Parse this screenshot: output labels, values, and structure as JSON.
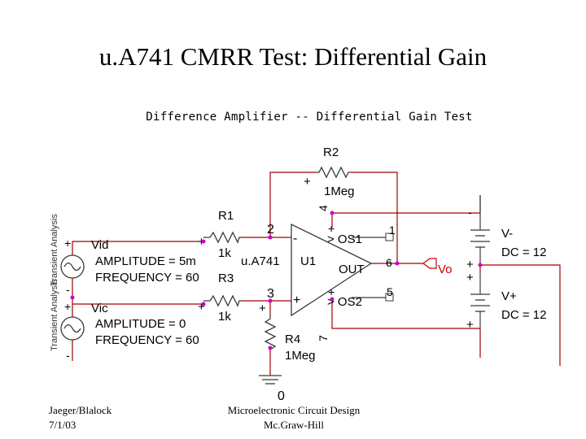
{
  "slide": {
    "title": "u.A741 CMRR Test:  Differential Gain",
    "subtitle": "Difference Amplifier -- Differential Gain Test"
  },
  "sources": {
    "vid": {
      "side_label": "Transient Analysis",
      "name": "Vid",
      "amplitude": "AMPLITUDE = 5m",
      "frequency": "FREQUENCY = 60",
      "plus": "+",
      "minus": "-"
    },
    "vic": {
      "side_label": "Transient Analysis",
      "name": "Vic",
      "amplitude": "AMPLITUDE = 0",
      "frequency": "FREQUENCY = 60",
      "plus": "+",
      "minus": "-"
    }
  },
  "resistors": {
    "r1": {
      "name": "R1",
      "value": "1k",
      "plus": "+"
    },
    "r2": {
      "name": "R2",
      "value": "1Meg",
      "plus": "+"
    },
    "r3": {
      "name": "R3",
      "value": "1k",
      "plus": "+"
    },
    "r4": {
      "name": "R4",
      "value": "1Meg",
      "plus": "+"
    }
  },
  "opamp": {
    "part": "u.A741",
    "ref": "U1",
    "out_label": "OUT",
    "os1": "> OS1",
    "os2": "> OS2",
    "minus": "-",
    "plus": "+",
    "pin_plus_top": "+",
    "pin_plus_bottom": "+",
    "pins": {
      "p1": "1",
      "p2": "2",
      "p3": "3",
      "p4": "4",
      "p5": "5",
      "p6": "6",
      "p7": "7"
    }
  },
  "output": {
    "label": "Vo"
  },
  "supplies": {
    "vminus": {
      "name": "V-",
      "value": "DC = 12",
      "top_sign": "-",
      "bottom_sign": "+"
    },
    "vplus": {
      "name": "V+",
      "value": "DC = 12",
      "top_sign": "+",
      "bottom_sign": "+"
    }
  },
  "ground": {
    "label": "0"
  },
  "footer": {
    "authors": "Jaeger/Blalock",
    "date": "7/1/03",
    "book": "Microelectronic Circuit Design",
    "publisher": "Mc.Graw-Hill"
  },
  "colors": {
    "wire": "#a40000",
    "component": "#3a3a3a",
    "node": "#cc00cc",
    "vo": "#cc0000"
  }
}
